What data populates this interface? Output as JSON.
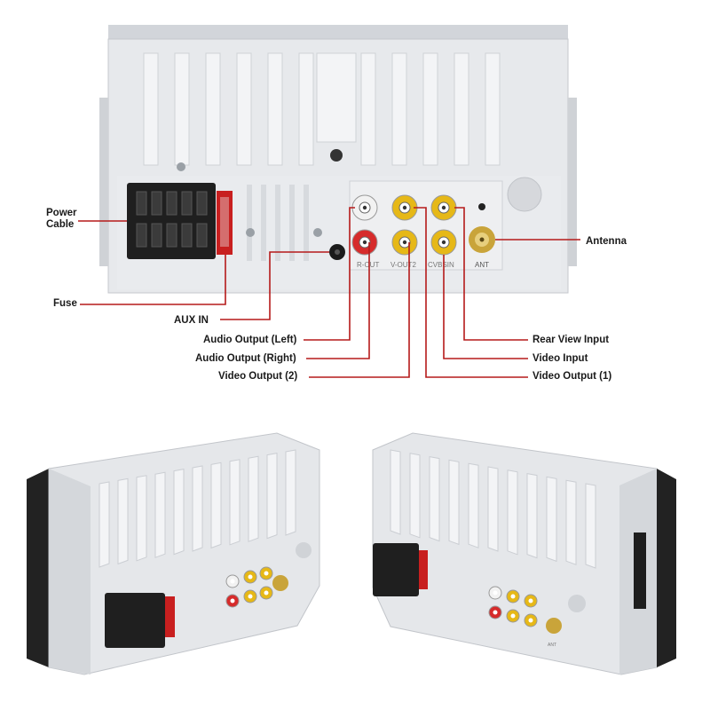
{
  "labels": {
    "power_cable_line1": "Power",
    "power_cable_line2": "Cable",
    "fuse": "Fuse",
    "aux_in": "AUX IN",
    "audio_output_left": "Audio Output (Left)",
    "audio_output_right": "Audio Output (Right)",
    "video_output_2": "Video Output (2)",
    "antenna": "Antenna",
    "rear_view_input": "Rear View Input",
    "video_input": "Video Input",
    "video_output_1": "Video Output (1)"
  },
  "panel_text": {
    "r_out": "R-OUT",
    "v_out2": "V-OUT2",
    "cvbs_in": "CVBSIN",
    "ant": "ANT",
    "small_ant": "ANT"
  },
  "colors": {
    "callout_line": "#b51a1a",
    "housing": "#e6e8eb",
    "housing_shadow": "#c9ccd1",
    "fin": "#f3f4f6",
    "connector": "#1e1e1e",
    "fuse": "#c81f1f",
    "rca_white": "#f2f2f2",
    "rca_yellow": "#e6b817",
    "rca_red": "#d62b2b",
    "antenna_gold": "#c9a43a"
  }
}
